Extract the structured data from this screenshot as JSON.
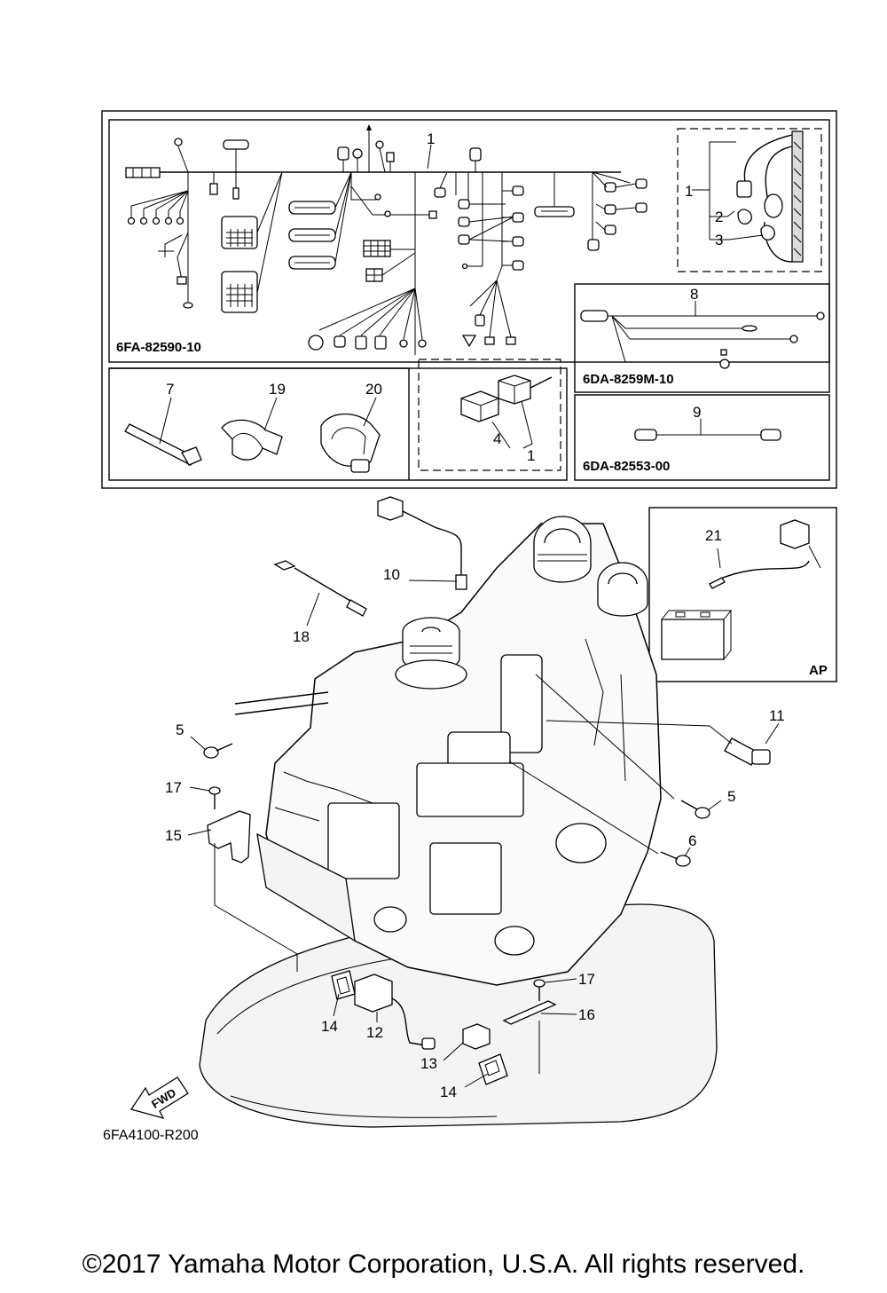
{
  "kits": {
    "main_harness": "6FA-82590-10",
    "sub_harness_8": "6DA-8259M-10",
    "sub_harness_9": "6DA-82553-00",
    "accessory_box": "AP"
  },
  "callouts": {
    "c1": "1",
    "c2": "2",
    "c3": "3",
    "c4": "4",
    "c5": "5",
    "c6": "6",
    "c7": "7",
    "c8": "8",
    "c9": "9",
    "c10": "10",
    "c11": "11",
    "c12": "12",
    "c13": "13",
    "c14": "14",
    "c15": "15",
    "c16": "16",
    "c17": "17",
    "c18": "18",
    "c19": "19",
    "c20": "20",
    "c21": "21"
  },
  "direction_label": "FWD",
  "diagram_code": "6FA4100-R200",
  "copyright": "©2017 Yamaha Motor Corporation, U.S.A. All rights reserved."
}
